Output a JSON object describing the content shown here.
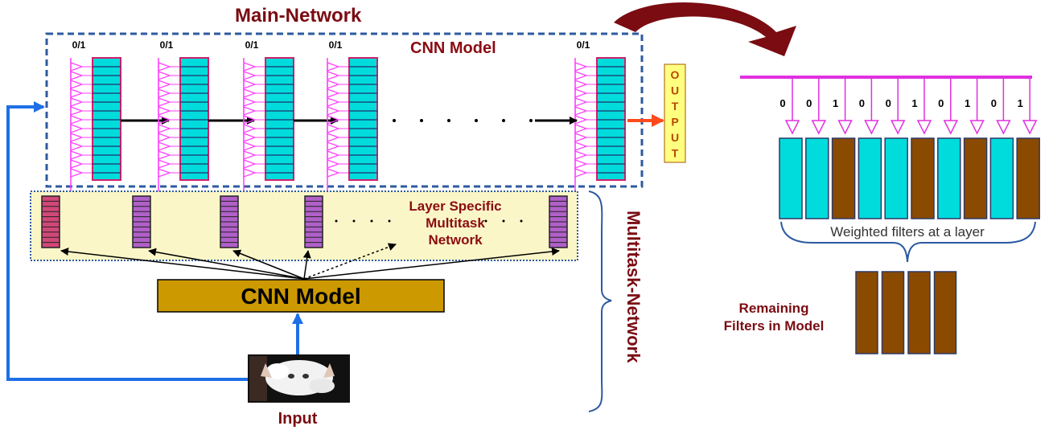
{
  "title_main_network": "Main-Network",
  "cnn_model_top": "CNN Model",
  "gate_labels": [
    "0/1",
    "0/1",
    "0/1",
    "0/1",
    "0/1"
  ],
  "output_letters": [
    "O",
    "U",
    "T",
    "P",
    "U",
    "T"
  ],
  "multitask_label_lines": [
    "Layer Specific",
    "Multitask",
    "Network"
  ],
  "cnn_model_bottom": "CNN Model",
  "input_label": "Input",
  "multitask_network_label": "Multitask-Network",
  "filter_bits": [
    "0",
    "0",
    "1",
    "0",
    "0",
    "1",
    "0",
    "1",
    "0",
    "1"
  ],
  "weighted_filters_caption": "Weighted filters at a layer",
  "remaining_filters_lines": [
    "Remaining",
    "Filters in Model"
  ],
  "colors": {
    "dark_red": "#7a0c12",
    "blue": "#1e6fe6",
    "cyan": "#00dcdc",
    "magenta": "#ff3cff",
    "brown": "#8a4a00",
    "gold": "#cc9a00",
    "light_yellow": "#fbf6c8",
    "dashed_blue": "#2c5aa0"
  }
}
